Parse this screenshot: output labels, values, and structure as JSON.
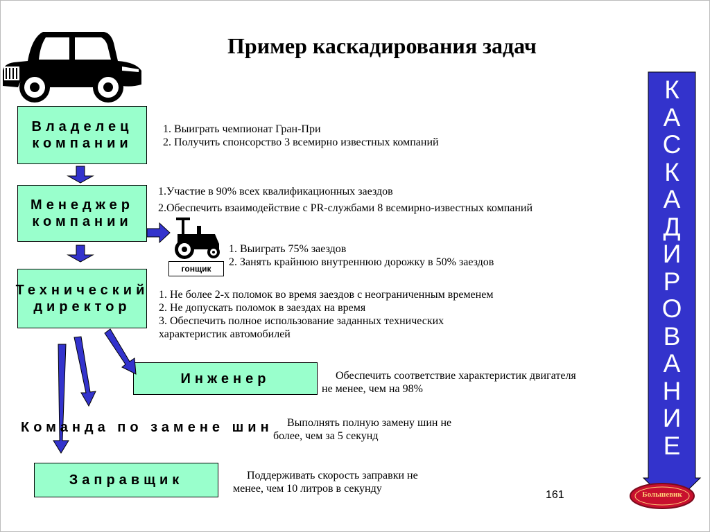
{
  "title": "Пример каскадирования задач",
  "boxes": {
    "owner": [
      "Владелец",
      "компании"
    ],
    "manager": [
      "Менеджер",
      "компании"
    ],
    "tech_director": [
      "Технический",
      "директор"
    ],
    "engineer": "Инженер",
    "tire_team": "Команда по замене шин",
    "refueler": "Заправщик"
  },
  "goals": {
    "owner": [
      "1. Выиграть чемпионат Гран-При",
      "2. Получить спонсорство 3 всемирно известных компаний"
    ],
    "manager": [
      "1.Участие в 90% всех квалификационных заездов",
      "2.Обеспечить взаимодействие с PR-службами 8 всемирно-известных компаний"
    ],
    "racer": [
      "1. Выиграть 75% заездов",
      "2. Занять крайнюю внутреннюю дорожку в 50% заездов"
    ],
    "tech_director": [
      "1. Не более 2-х поломок во время заездов с неограниченным временем",
      "2. Не допускать поломок в заездах на время",
      "3. Обеспечить полное использование заданных технических",
      "характеристик автомобилей"
    ],
    "engineer": [
      "Обеспечить соответствие характеристик двигателя",
      "не менее, чем на 98%"
    ],
    "tire_team": [
      "Выполнять полную замену шин не",
      "более, чем за 5 секунд"
    ],
    "refueler": [
      "Поддерживать скорость заправки не",
      "менее, чем 10 литров в секунду"
    ]
  },
  "racer_label": "гонщик",
  "cascade_letters": [
    "К",
    "А",
    "С",
    "К",
    "А",
    "Д",
    "И",
    "Р",
    "О",
    "В",
    "А",
    "Н",
    "И",
    "Е"
  ],
  "page_number": "161",
  "logo_text": "Большевик",
  "colors": {
    "box_fill": "#99ffcc",
    "arrow_fill": "#3333cc",
    "cascade_fill": "#3333cc",
    "logo_red": "#c8102e"
  }
}
